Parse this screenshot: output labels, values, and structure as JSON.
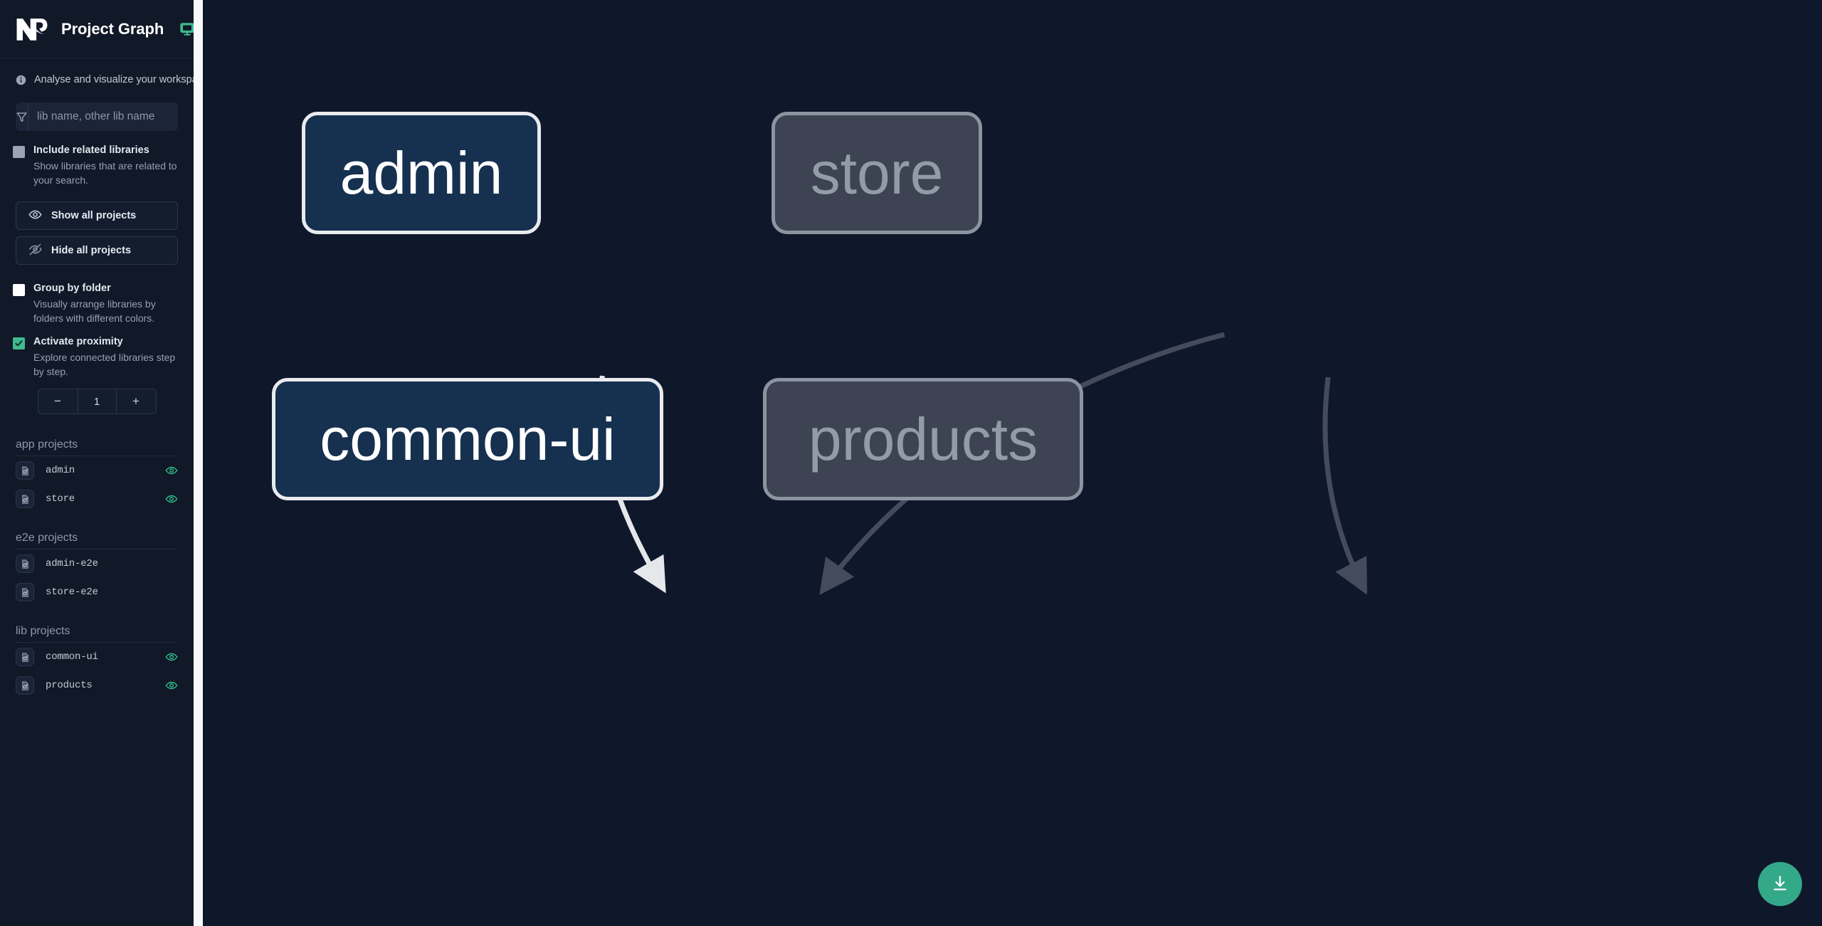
{
  "sidebar": {
    "logo_icon": "nx-logo-icon",
    "title": "Project Graph",
    "monitor_icon": "monitor-icon",
    "info_icon": "info-icon",
    "tagline": "Analyse and visualize your workspace.",
    "filter": {
      "icon": "funnel-icon",
      "placeholder": "lib name, other lib name",
      "value": ""
    },
    "include_related": {
      "checkbox_icon": "checkbox-unchecked-grey",
      "checked": false,
      "title": "Include related libraries",
      "description": "Show libraries that are related to your search."
    },
    "show_all_button": {
      "icon": "eye-icon",
      "label": "Show all projects"
    },
    "hide_all_button": {
      "icon": "eye-off-icon",
      "label": "Hide all projects"
    },
    "group_by_folder": {
      "checkbox_icon": "checkbox-unchecked-white",
      "checked": false,
      "title": "Group by folder",
      "description": "Visually arrange libraries by folders with different colors."
    },
    "activate_proximity": {
      "checkbox_icon": "checkbox-checked-green",
      "checked": true,
      "title": "Activate proximity",
      "description": "Explore connected libraries step by step."
    },
    "proximity_stepper": {
      "decrement_label": "−",
      "value": "1",
      "increment_label": "+"
    },
    "groups": [
      {
        "title": "app projects",
        "items": [
          {
            "icon": "project-file-icon",
            "name": "admin",
            "visibility_icon": "eye-icon",
            "visible": true
          },
          {
            "icon": "project-file-icon",
            "name": "store",
            "visibility_icon": "eye-icon",
            "visible": true
          }
        ]
      },
      {
        "title": "e2e projects",
        "items": [
          {
            "icon": "project-file-icon",
            "name": "admin-e2e",
            "visibility_icon": "",
            "visible": false
          },
          {
            "icon": "project-file-icon",
            "name": "store-e2e",
            "visibility_icon": "",
            "visible": false
          }
        ]
      },
      {
        "title": "lib projects",
        "items": [
          {
            "icon": "project-file-icon",
            "name": "common-ui",
            "visibility_icon": "eye-icon",
            "visible": true
          },
          {
            "icon": "project-file-icon",
            "name": "products",
            "visibility_icon": "eye-icon",
            "visible": true
          }
        ]
      }
    ]
  },
  "graph": {
    "download_button": {
      "icon": "download-icon",
      "label": ""
    },
    "nodes": [
      {
        "id": "admin",
        "label": "admin",
        "state": "active"
      },
      {
        "id": "store",
        "label": "store",
        "state": "dim"
      },
      {
        "id": "common-ui",
        "label": "common-ui",
        "state": "active"
      },
      {
        "id": "products",
        "label": "products",
        "state": "dim"
      }
    ],
    "edges": [
      {
        "from": "admin",
        "to": "common-ui",
        "state": "active"
      },
      {
        "from": "store",
        "to": "common-ui",
        "state": "dim"
      },
      {
        "from": "store",
        "to": "products",
        "state": "dim"
      }
    ]
  },
  "colors": {
    "background": "#0f172a",
    "sidebar": "#111827",
    "accent_green": "#34a98a",
    "node_active_fill": "#16304f",
    "node_active_border": "#e8eaed",
    "node_dim_fill": "#3d4352",
    "node_dim_border": "#8c93a1",
    "edge_active": "#e5e7eb",
    "edge_dim": "#434b5d"
  }
}
